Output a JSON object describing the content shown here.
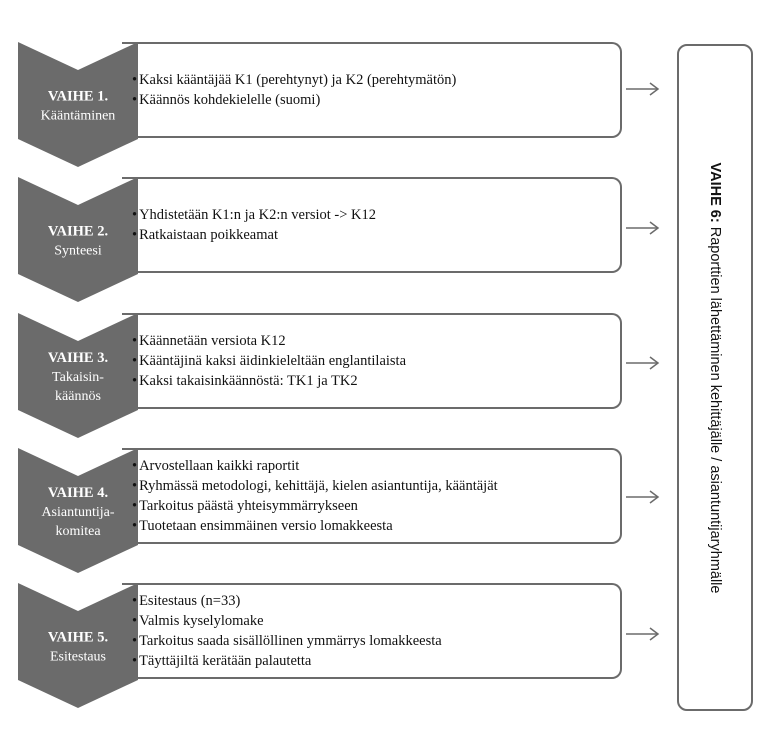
{
  "stages": [
    {
      "title": "VAIHE 1.",
      "subtitle": [
        "Kääntäminen"
      ],
      "bullets": [
        "Kaksi kääntäjää K1 (perehtynyt)  ja K2 (perehtymätön)",
        "Käännös kohdekielelle (suomi)"
      ]
    },
    {
      "title": "VAIHE 2.",
      "subtitle": [
        "Synteesi"
      ],
      "bullets": [
        "Yhdistetään K1:n ja K2:n versiot -> K12",
        "Ratkaistaan poikkeamat"
      ]
    },
    {
      "title": "VAIHE 3.",
      "subtitle": [
        "Takaisin-",
        "käännös"
      ],
      "bullets": [
        "Käännetään versiota K12",
        "Kääntäjinä kaksi äidinkieleltään englantilaista",
        "Kaksi takaisinkäännöstä: TK1 ja TK2"
      ]
    },
    {
      "title": "VAIHE 4.",
      "subtitle": [
        "Asiantuntija-",
        "komitea"
      ],
      "bullets": [
        "Arvostellaan kaikki raportit",
        "Ryhmässä metodologi, kehittäjä, kielen asiantuntija, kääntäjät",
        "Tarkoitus päästä yhteisymmärrykseen",
        "Tuotetaan ensimmäinen versio lomakkeesta"
      ]
    },
    {
      "title": "VAIHE 5.",
      "subtitle": [
        "Esitestaus"
      ],
      "bullets": [
        "Esitestaus (n=33)",
        "Valmis kyselylomake",
        "Tarkoitus saada sisällöllinen ymmärrys lomakkeesta",
        "Täyttäjiltä kerätään palautetta"
      ]
    }
  ],
  "stage6": {
    "title": "VAIHE 6:",
    "text": " Raporttien lähettäminen kehittäjälle / asiantuntijaryhmälle"
  },
  "colors": {
    "chevron": "#6b6b6b",
    "border": "#6b6b6b",
    "arrow": "#6b6b6b"
  }
}
